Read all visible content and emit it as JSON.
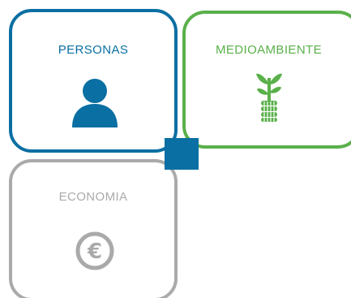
{
  "colors": {
    "personas": "#0a6fa2",
    "medioambiente": "#5ab04a",
    "economia": "#aaaaaa",
    "connector": "#0a6fa2"
  },
  "tiles": [
    {
      "label": "PERSONAS",
      "icon": "person-icon",
      "selected": true
    },
    {
      "label": "MEDIOAMBIENTE",
      "icon": "plant-coins-icon",
      "selected": false
    },
    {
      "label": "ECONOMIA",
      "icon": "euro-coin-icon",
      "selected": false
    }
  ]
}
